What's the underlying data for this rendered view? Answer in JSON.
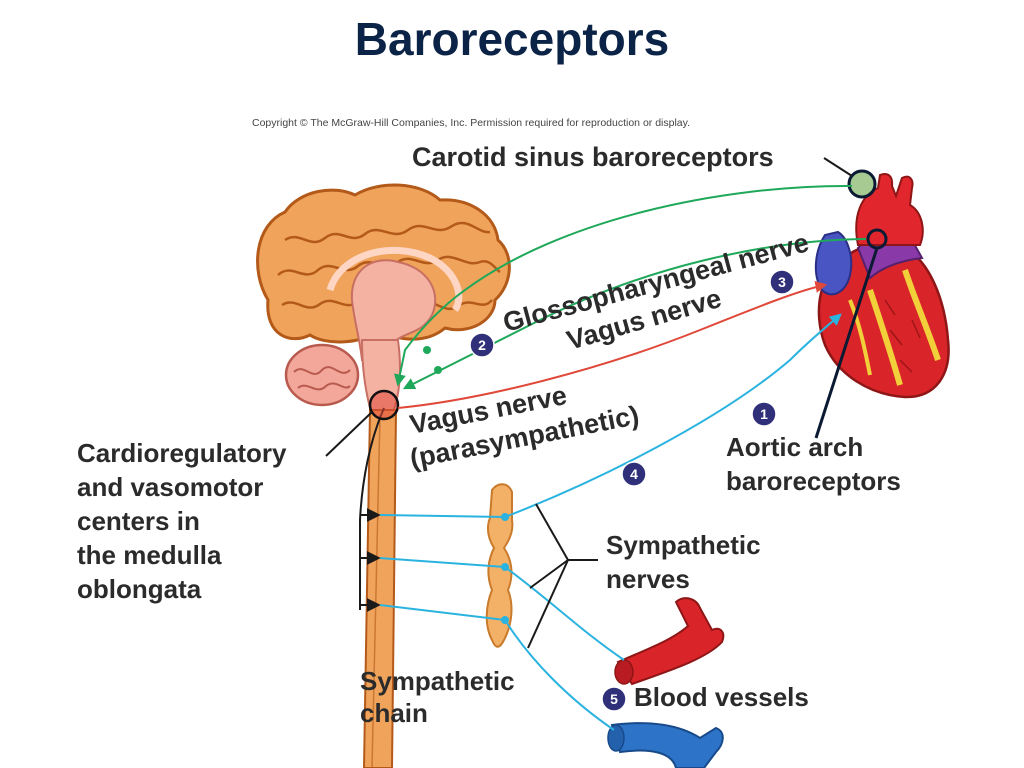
{
  "slide": {
    "title": "Baroreceptors",
    "copyright": "Copyright © The McGraw-Hill Companies, Inc. Permission required for reproduction or display."
  },
  "labels": {
    "carotid": "Carotid sinus baroreceptors",
    "glossopharyngeal": "Glossopharyngeal nerve",
    "vagus_sensory": "Vagus nerve",
    "vagus_para_1": "Vagus nerve",
    "vagus_para_2": "(parasympathetic)",
    "aortic_1": "Aortic arch",
    "aortic_2": "baroreceptors",
    "cardio_1": "Cardioregulatory",
    "cardio_2": "and vasomotor",
    "cardio_3": "centers in",
    "cardio_4": "the medulla",
    "cardio_5": "oblongata",
    "symp_nerves_1": "Sympathetic",
    "symp_nerves_2": "nerves",
    "symp_chain_1": "Sympathetic",
    "symp_chain_2": "chain",
    "blood_vessels": "Blood vessels"
  },
  "steps": {
    "s1": "1",
    "s2": "2",
    "s3": "3",
    "s4": "4",
    "s5": "5"
  },
  "colors": {
    "sensory_nerve": "#1fa85a",
    "parasympathetic_nerve": "#e0493a",
    "sympathetic_nerve": "#2bb3e0",
    "brain": "#e88a3c",
    "heart": "#d9242a",
    "vein": "#2d74c9",
    "step_badge": "#2f2f7a"
  }
}
